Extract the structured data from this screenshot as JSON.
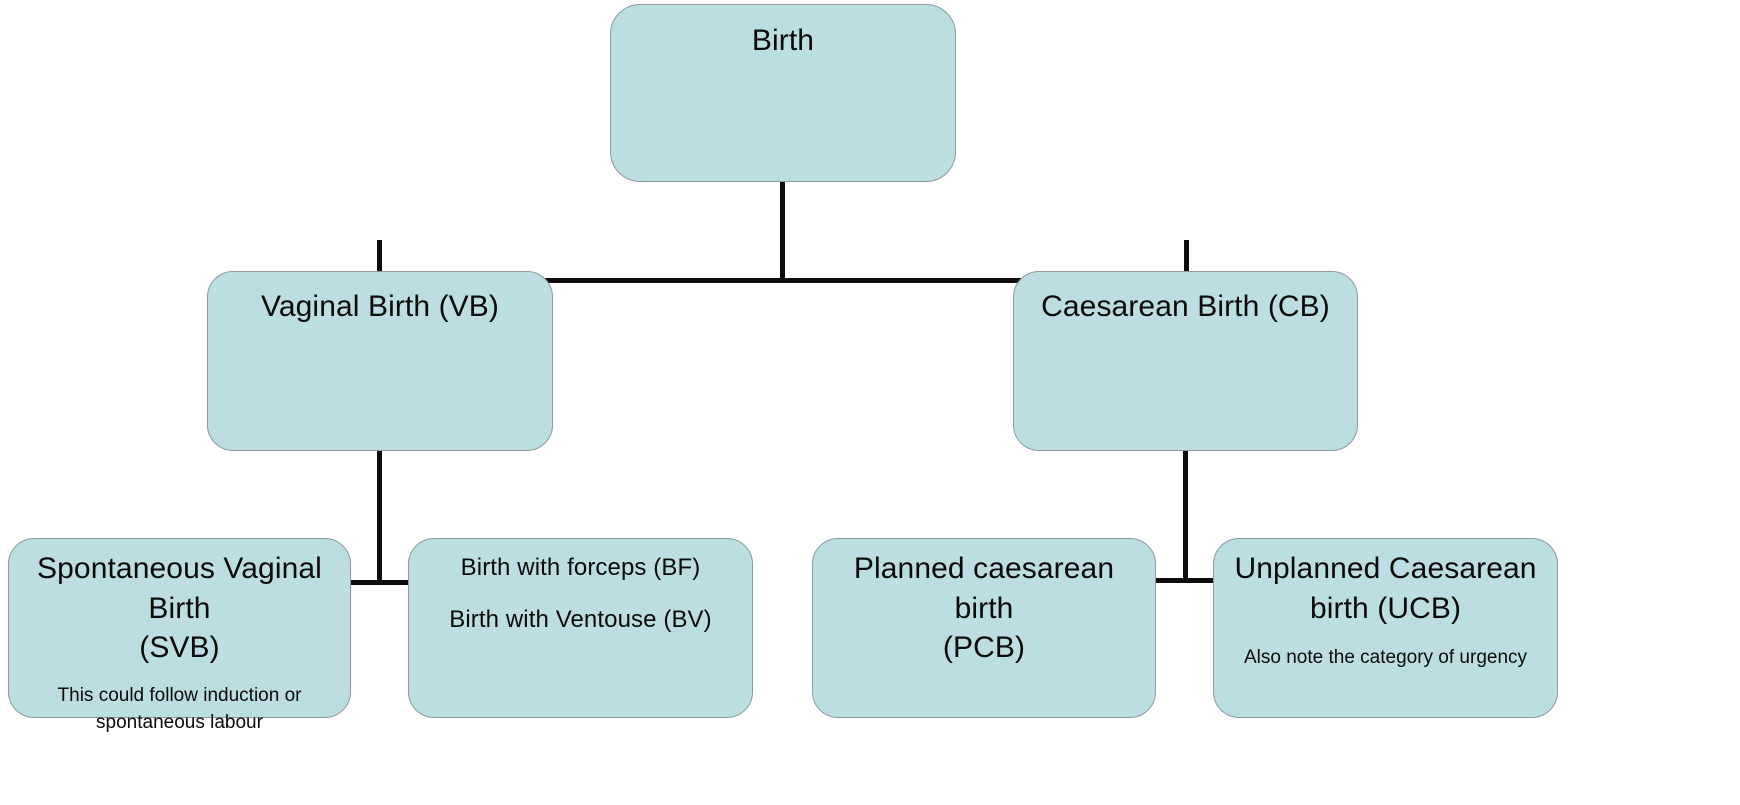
{
  "diagram": {
    "kind": "flowchart",
    "orientation": "top-down",
    "colors": {
      "node_fill": "#bcdee2",
      "node_border": "#8e9a9c",
      "connector": "#0d0d0d",
      "text": "#0a0a0a",
      "background": "#ffffff"
    },
    "levels": {
      "root": {
        "label": "Birth"
      },
      "level2": [
        {
          "id": "vb",
          "label": "Vaginal Birth (VB)"
        },
        {
          "id": "cb",
          "label": "Caesarean Birth (CB)"
        }
      ],
      "level3": [
        {
          "id": "svb",
          "parent": "vb",
          "label": "Spontaneous Vaginal Birth\n(SVB)",
          "note": "This could follow induction or\nspontaneous labour"
        },
        {
          "id": "instrumental",
          "parent": "vb",
          "label_line1": "Birth with forceps (BF)",
          "label_line2": "Birth with Ventouse (BV)"
        },
        {
          "id": "pcb",
          "parent": "cb",
          "label": "Planned caesarean birth\n(PCB)"
        },
        {
          "id": "ucb",
          "parent": "cb",
          "label": "Unplanned Caesarean\nbirth (UCB)",
          "note": "Also note the category of urgency"
        }
      ]
    },
    "edges": [
      {
        "from": "Birth",
        "to": "Vaginal Birth (VB)"
      },
      {
        "from": "Birth",
        "to": "Caesarean Birth (CB)"
      },
      {
        "from": "Vaginal Birth (VB)",
        "to": "Spontaneous Vaginal Birth (SVB)"
      },
      {
        "from": "Vaginal Birth (VB)",
        "to": "Birth with forceps (BF) / Birth with Ventouse (BV)"
      },
      {
        "from": "Caesarean Birth (CB)",
        "to": "Planned caesarean birth (PCB)"
      },
      {
        "from": "Caesarean Birth (CB)",
        "to": "Unplanned Caesarean birth (UCB)"
      }
    ]
  }
}
